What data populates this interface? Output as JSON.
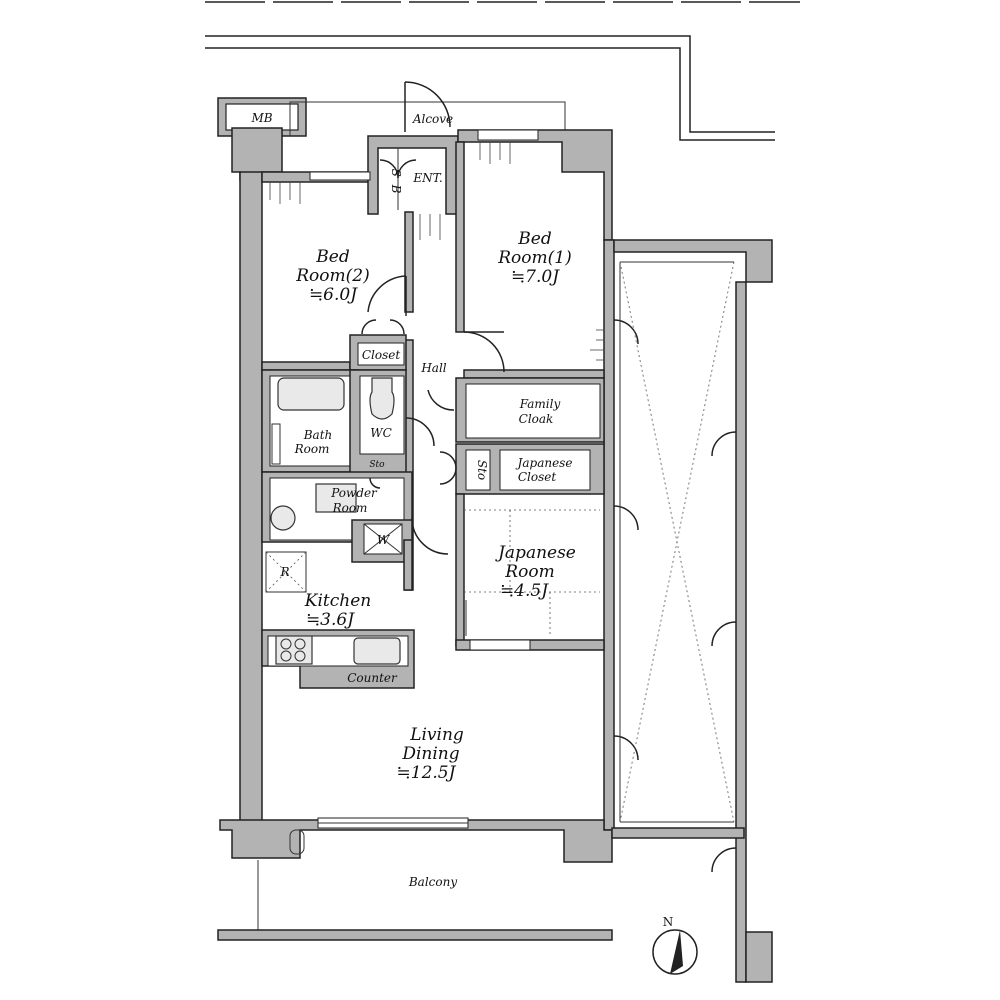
{
  "rooms": {
    "mb": "MB",
    "alcove": "Alcove",
    "sb": "S B",
    "ent": "ENT.",
    "bedroom2": {
      "line1": "Bed",
      "line2": "Room(2)",
      "size": "≒6.0J"
    },
    "bedroom1": {
      "line1": "Bed",
      "line2": "Room(1)",
      "size": "≒7.0J"
    },
    "closet": "Closet",
    "hall": "Hall",
    "family_cloak": {
      "line1": "Family",
      "line2": "Cloak"
    },
    "bathroom": {
      "line1": "Bath",
      "line2": "Room"
    },
    "wc": "WC",
    "sto_small": "Sto",
    "sto_side": "Sto",
    "japanese_closet": {
      "line1": "Japanese",
      "line2": "Closet"
    },
    "powder_room": {
      "line1": "Powder",
      "line2": "Room"
    },
    "w": "W",
    "r": "R",
    "japanese_room": {
      "line1": "Japanese",
      "line2": "Room",
      "size": "≒4.5J"
    },
    "kitchen": {
      "line1": "Kitchen",
      "size": "≒3.6J"
    },
    "counter": "Counter",
    "living": {
      "line1": "Living",
      "line2": "Dining",
      "size": "≒12.5J"
    },
    "balcony": "Balcony"
  },
  "compass": {
    "label": "N"
  },
  "colors": {
    "wall": "#b3b3b3",
    "line": "#222222",
    "background": "#ffffff"
  }
}
